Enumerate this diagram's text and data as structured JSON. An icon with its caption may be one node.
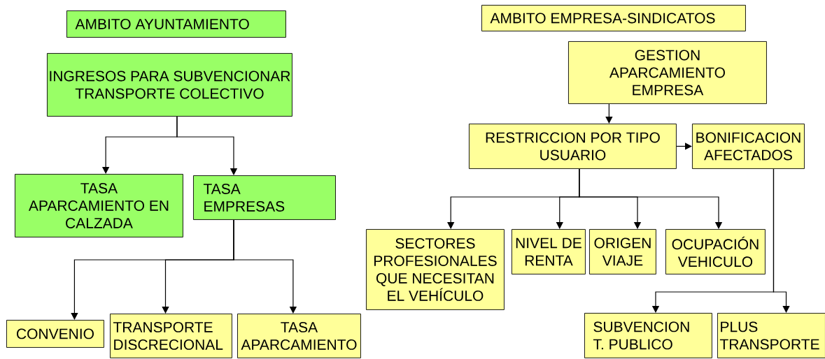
{
  "diagram": {
    "nodes": [
      {
        "text": [
          "AMBITO AYUNTAMIENTO"
        ]
      },
      {
        "text": [
          "INGRESOS PARA SUBVENCIONAR TRANSPORTE COLECTIVO"
        ]
      },
      {
        "text": [
          "TASA APARCAMIENTO EN CALZADA"
        ]
      },
      {
        "text": [
          "TASA EMPRESAS"
        ]
      },
      {
        "text": [
          "CONVENIO"
        ]
      },
      {
        "text": [
          "TRANSPORTE DISCRECIONAL"
        ]
      },
      {
        "text": [
          "TASA APARCAMIENTO"
        ]
      },
      {
        "text": [
          "AMBITO EMPRESA-SINDICATOS"
        ]
      },
      {
        "text": [
          "GESTION APARCAMIENTO EMPRESA"
        ]
      },
      {
        "text": [
          "RESTRICCION POR TIPO USUARIO"
        ]
      },
      {
        "text": [
          "BONIFICACION AFECTADOS"
        ]
      },
      {
        "text": [
          "SECTORES PROFESIONALES QUE NECESITAN EL VEHÍCULO"
        ]
      },
      {
        "text": [
          "NIVEL DE RENTA"
        ]
      },
      {
        "text": [
          "ORIGEN VIAJE"
        ]
      },
      {
        "text": [
          "OCUPACIÓN VEHICULO"
        ]
      },
      {
        "text": [
          "SUBVENCION T. PUBLICO"
        ]
      },
      {
        "text": [
          "PLUS TRANSPORTE"
        ]
      }
    ],
    "edges": [
      {
        "from": 1,
        "to": 2,
        "arrow": "to"
      },
      {
        "from": 1,
        "to": 3,
        "arrow": "to"
      },
      {
        "from": 3,
        "to": 4,
        "arrow": "to"
      },
      {
        "from": 3,
        "to": 5,
        "arrow": "to"
      },
      {
        "from": 3,
        "to": 6,
        "arrow": "to"
      },
      {
        "from": 8,
        "to": 9,
        "arrow": "to"
      },
      {
        "from": 9,
        "to": 10,
        "arrow": "to"
      },
      {
        "from": 9,
        "to": 11,
        "arrow": "to"
      },
      {
        "from": 9,
        "to": 12,
        "arrow": "to"
      },
      {
        "from": 9,
        "to": 13,
        "arrow": "to"
      },
      {
        "from": 9,
        "to": 14,
        "arrow": "to"
      },
      {
        "from": 10,
        "to": 15,
        "arrow": "to"
      },
      {
        "from": 10,
        "to": 16,
        "arrow": "to"
      }
    ]
  }
}
